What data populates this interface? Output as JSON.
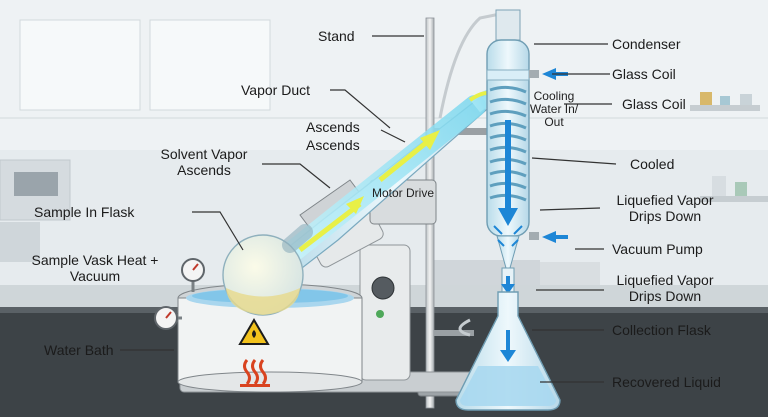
{
  "labels": {
    "stand": "Stand",
    "condenser": "Condenser",
    "glass_coil_1": "Glass Coil",
    "cooling_water": "Cooling Water In/ Out",
    "glass_coil_2": "Glass Coil",
    "vapor_duct": "Vapor Duct",
    "ascends_1": "Ascends",
    "ascends_2": "Ascends",
    "solvent_vapor": "Solvent Vapor Ascends",
    "cooled": "Cooled",
    "motor_drive": "Motor Drive",
    "sample_in_flask": "Sample In Flask",
    "liquefied_1": "Liquefied Vapor Drips Down",
    "vacuum_pump": "Vacuum Pump",
    "sample_vask": "Sample Vask Heat + Vacuum",
    "liquefied_2": "Liquefied Vapor Drips Down",
    "collection_flask": "Collection Flask",
    "water_bath": "Water Bath",
    "recovered_liquid": "Recovered Liquid"
  },
  "colors": {
    "vapor": "#9ee8f7",
    "arrow_yellow": "#e8f047",
    "coolant_arrow": "#1d86d6",
    "bath_water": "#a9d6ee",
    "heat_symbol": "#d9431f",
    "glass": "#d6ecf6"
  },
  "icons": [
    "hot-surface-warning-icon",
    "heat-waves-icon",
    "pressure-gauge-icon"
  ]
}
